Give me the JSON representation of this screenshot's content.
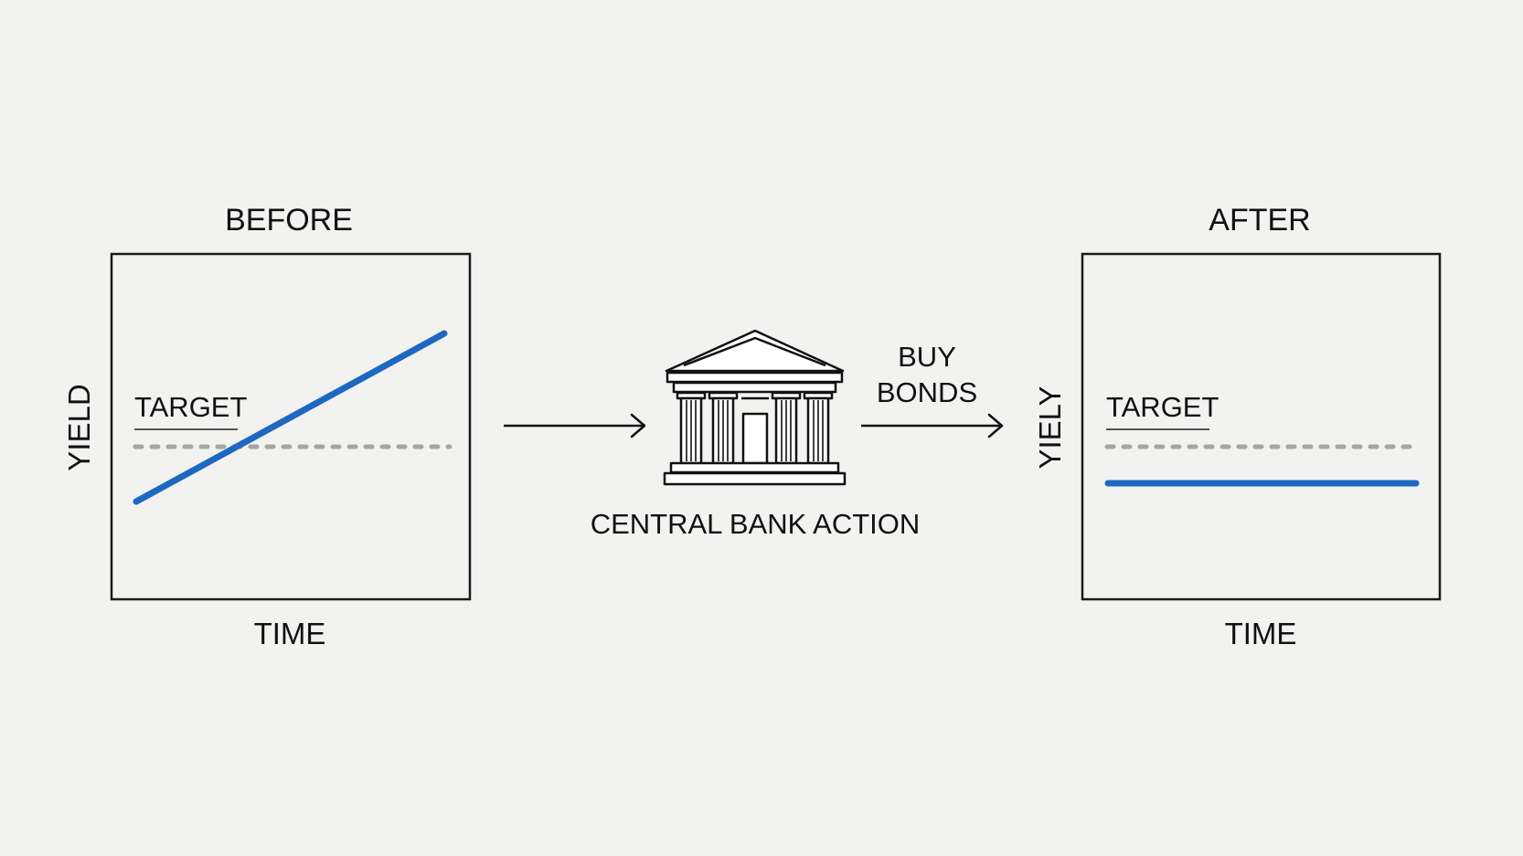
{
  "before_panel": {
    "title": "BEFORE",
    "y_axis_label": "YIELD",
    "x_axis_label": "TIME",
    "target_label": "TARGET",
    "yield_trend": "rising, crosses above target"
  },
  "after_panel": {
    "title": "AFTER",
    "y_axis_label": "YIELY",
    "x_axis_label": "TIME",
    "target_label": "TARGET",
    "yield_trend": "flat, below target"
  },
  "central_bank": {
    "icon": "bank-building-icon",
    "label": "CENTRAL BANK ACTION",
    "action_line1": "BUY",
    "action_line2": "BONDS"
  },
  "colors": {
    "background": "#f2f2f1",
    "yield_line": "#1f68c2",
    "target_dots": "#a5a5a5",
    "ink": "#111111"
  }
}
